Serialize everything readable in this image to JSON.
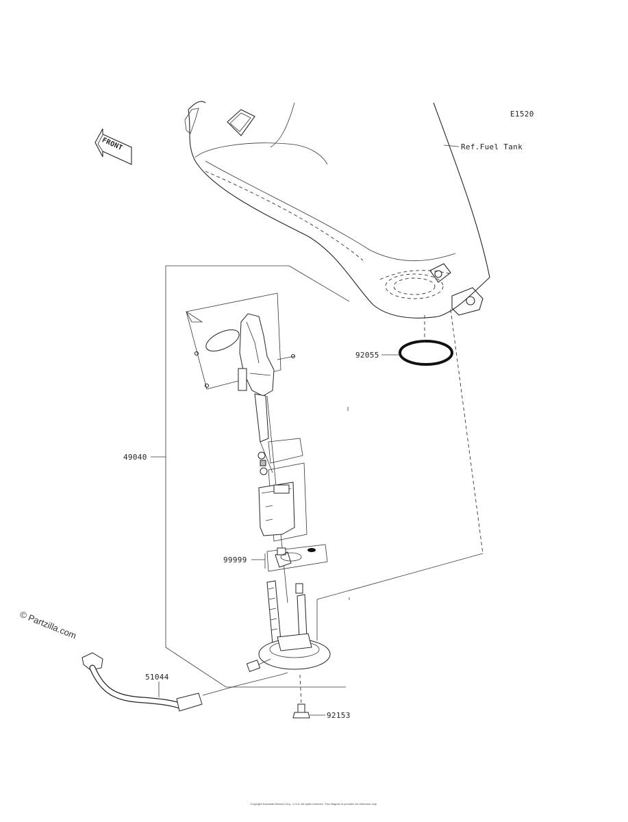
{
  "diagram_code": "E1520",
  "front_label": "FRONT",
  "watermark": "© Partzilla.com",
  "callouts": [
    {
      "id": "fuel-tank-ref",
      "text": "Ref.Fuel Tank"
    },
    {
      "id": "o-ring",
      "text": "92055"
    },
    {
      "id": "fuel-pump-assy",
      "text": "49040"
    },
    {
      "id": "kit",
      "text": "99999"
    },
    {
      "id": "lead-assy",
      "text": "51044"
    },
    {
      "id": "bolt",
      "text": "92153"
    }
  ],
  "footer_text": "Copyright Kawasaki Motors Corp., U.S.A. All rights reserved. This diagram is provided for reference only."
}
